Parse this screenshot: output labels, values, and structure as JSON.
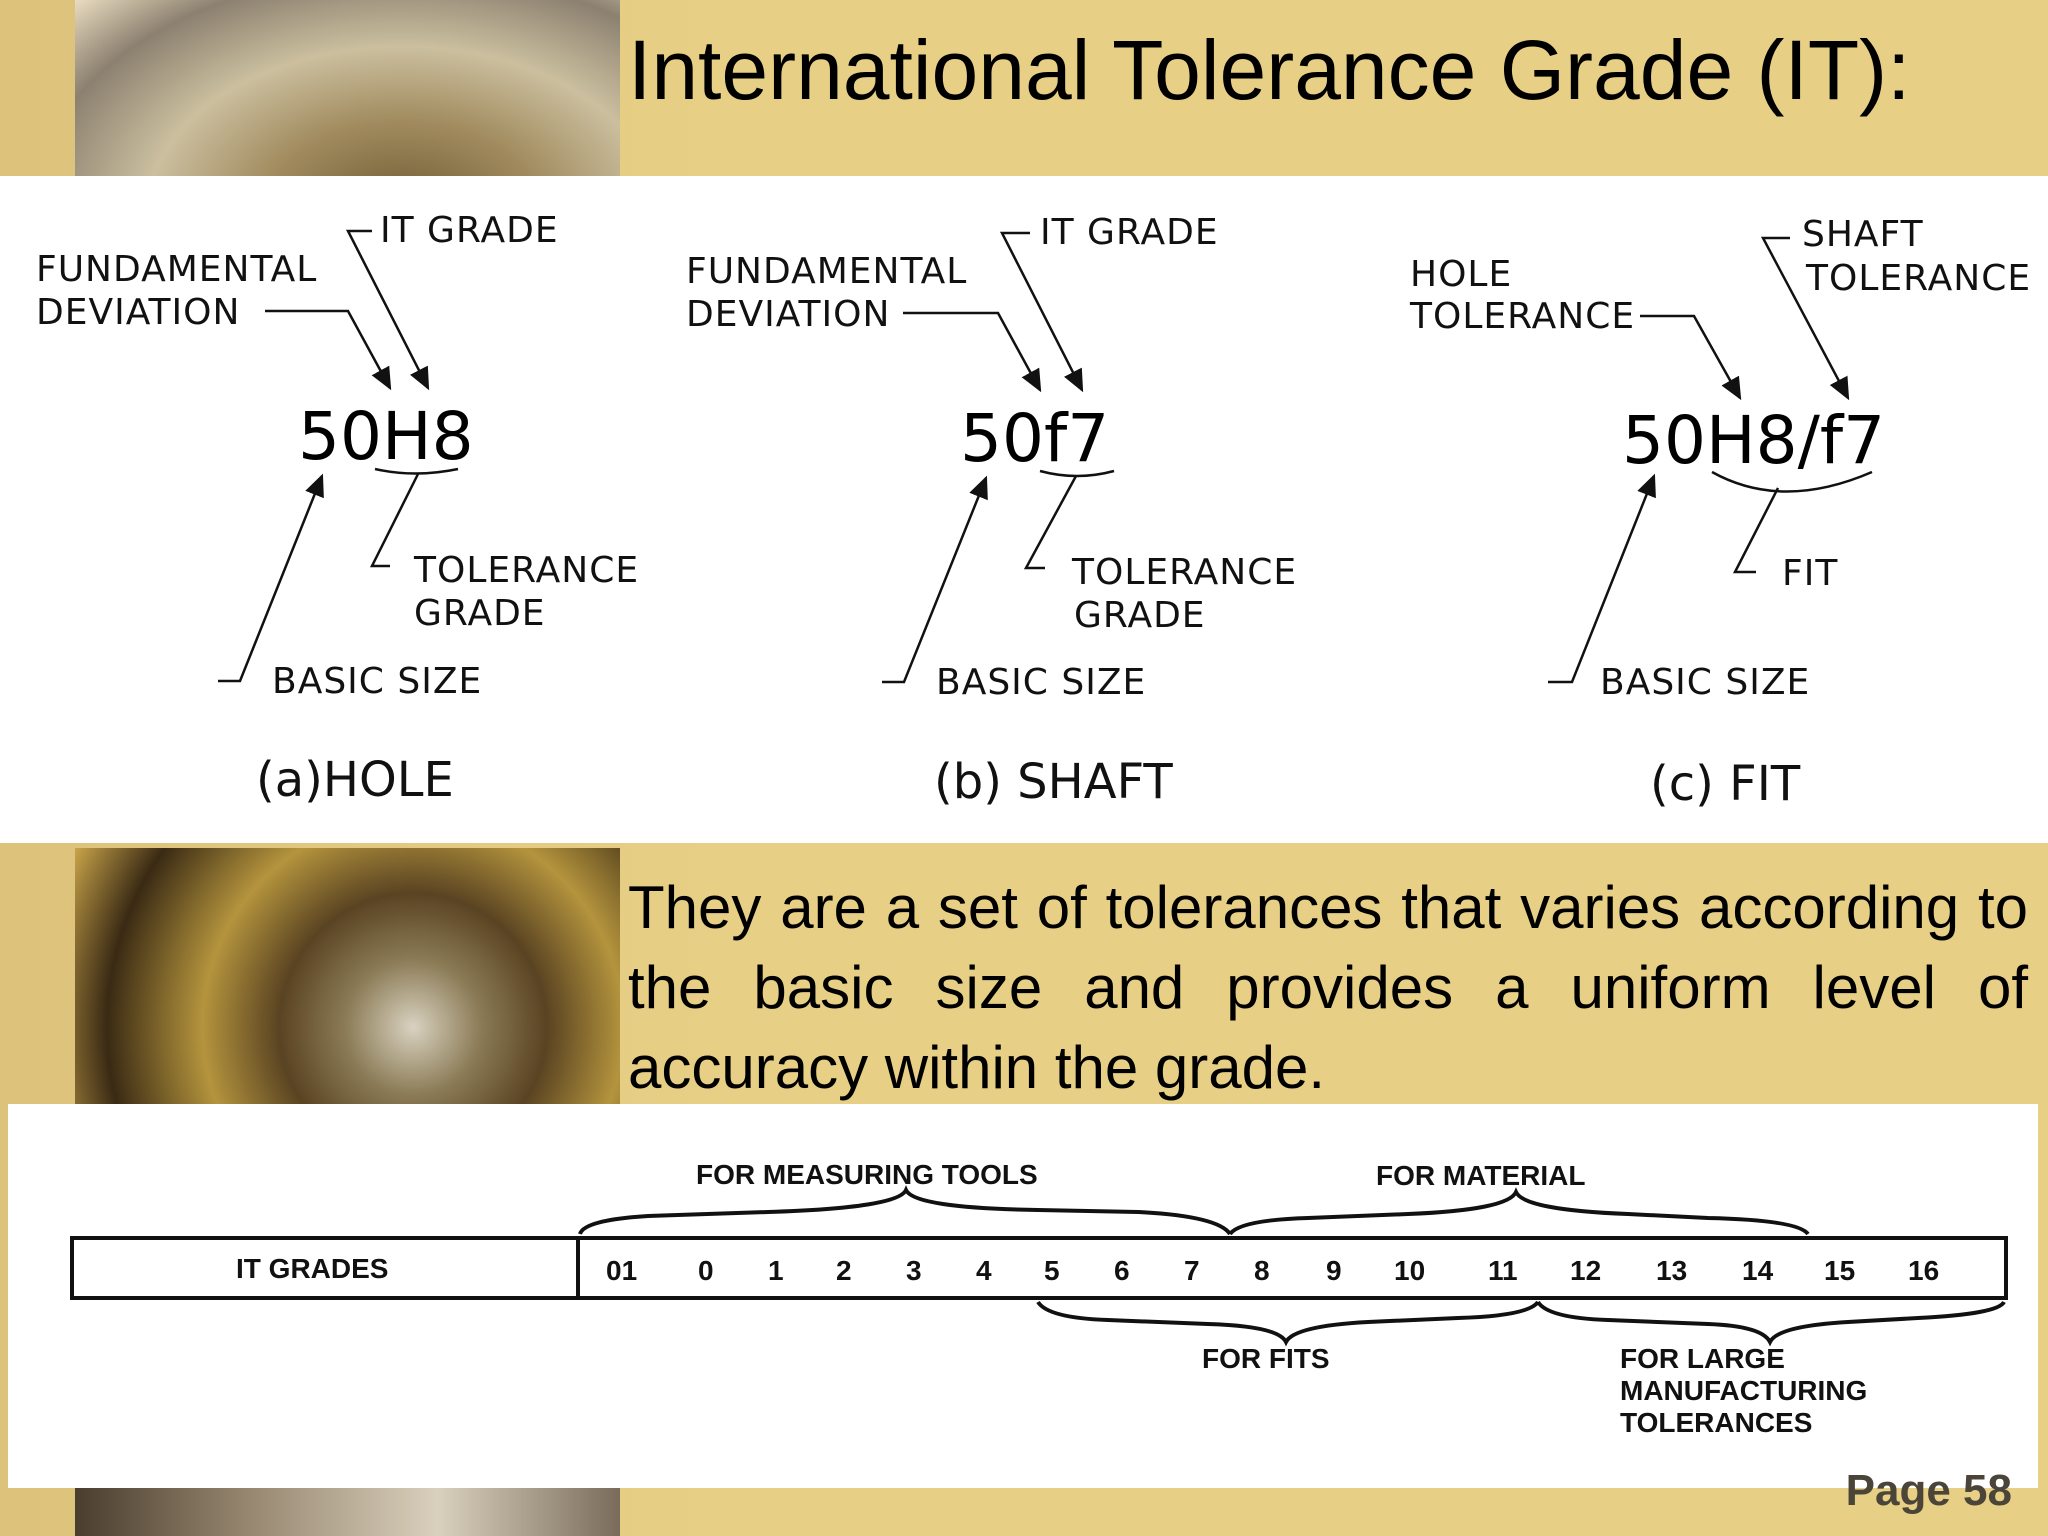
{
  "title": "International Tolerance Grade (IT):",
  "paragraph": "They are a set of tolerances that varies according to the basic size and provides a uniform level of accuracy within the grade.",
  "page_number": "Page 58",
  "diagrams": {
    "hole": {
      "it_grade": "IT GRADE",
      "fund_dev_1": "FUNDAMENTAL",
      "fund_dev_2": "DEVIATION",
      "designation": "50H8",
      "tol_grade_1": "TOLERANCE",
      "tol_grade_2": "GRADE",
      "basic_size": "BASIC SIZE",
      "caption": "(a)HOLE"
    },
    "shaft": {
      "it_grade": "IT GRADE",
      "fund_dev_1": "FUNDAMENTAL",
      "fund_dev_2": "DEVIATION",
      "designation": "50f7",
      "tol_grade_1": "TOLERANCE",
      "tol_grade_2": "GRADE",
      "basic_size": "BASIC SIZE",
      "caption": "(b) SHAFT"
    },
    "fit": {
      "hole_tol_1": "HOLE",
      "hole_tol_2": "TOLERANCE",
      "shaft_tol_1": "SHAFT",
      "shaft_tol_2": "TOLERANCE",
      "designation": "50H8/f7",
      "fit": "FIT",
      "basic_size": "BASIC SIZE",
      "caption": "(c) FIT"
    }
  },
  "it_table": {
    "row_label": "IT GRADES",
    "grades": [
      "01",
      "0",
      "1",
      "2",
      "3",
      "4",
      "5",
      "6",
      "7",
      "8",
      "9",
      "10",
      "11",
      "12",
      "13",
      "14",
      "15",
      "16"
    ],
    "top_groups": [
      {
        "label": "FOR MEASURING TOOLS",
        "from": "01",
        "to": "7"
      },
      {
        "label": "FOR MATERIAL",
        "from": "7",
        "to": "15"
      }
    ],
    "bottom_groups": [
      {
        "label": "FOR FITS",
        "from": "5",
        "to": "11"
      },
      {
        "label_1": "FOR LARGE",
        "label_2": "MANUFACTURING",
        "label_3": "TOLERANCES",
        "from": "11",
        "to": "16"
      }
    ]
  }
}
